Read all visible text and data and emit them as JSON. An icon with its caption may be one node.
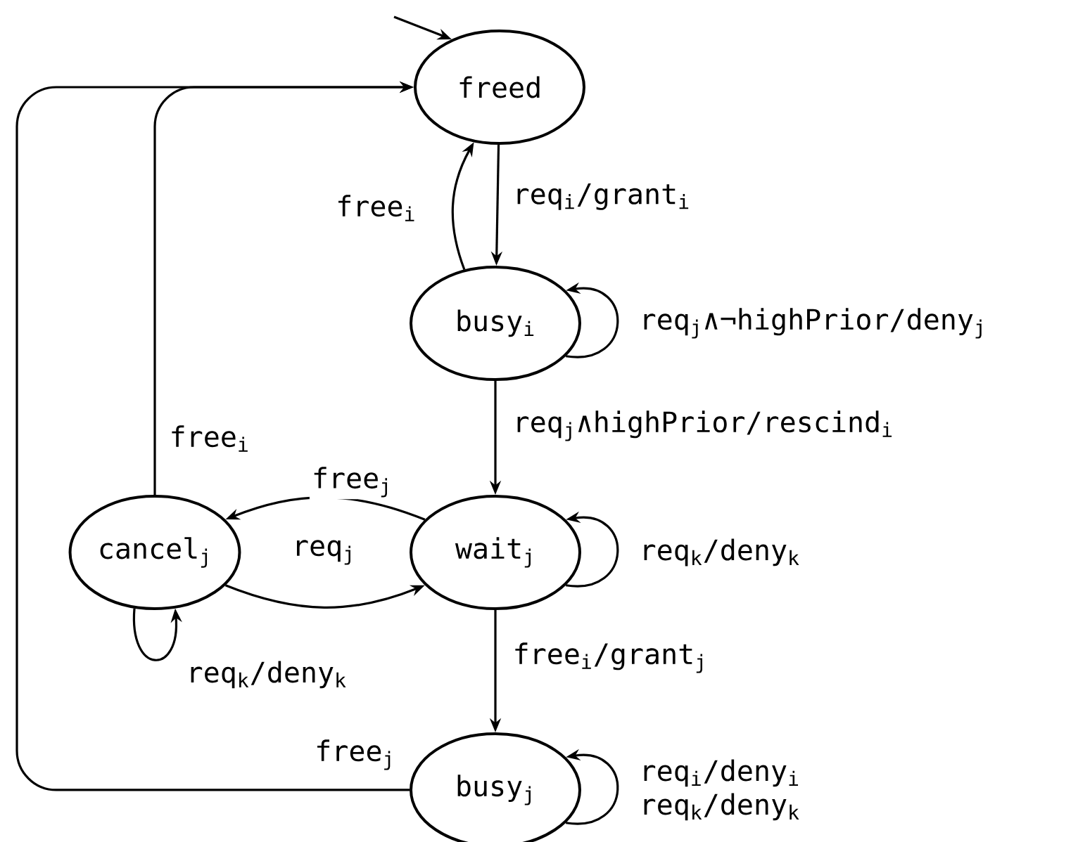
{
  "diagram": {
    "nodes": [
      {
        "text": [
          "freed"
        ]
      },
      {
        "text": [
          "busy$_{i}$"
        ]
      },
      {
        "text": [
          "wait$_{j}$"
        ]
      },
      {
        "text": [
          "cancel$_{j}$"
        ]
      },
      {
        "text": [
          "busy$_{j}$"
        ]
      }
    ],
    "edges": [
      {
        "from": null,
        "to": 0,
        "arrow": "to"
      },
      {
        "from": 0,
        "to": 1,
        "arrow": "to",
        "label": "req$_{i}$/grant$_{i}$"
      },
      {
        "from": 1,
        "to": 0,
        "arrow": "to",
        "label": "free$_{i}$"
      },
      {
        "from": 1,
        "to": 1,
        "arrow": "to",
        "label": "req$_{j}$∧¬highPrior/deny$_{j}$"
      },
      {
        "from": 1,
        "to": 2,
        "arrow": "to",
        "label": "req$_{j}$∧highPrior/rescind$_{i}$"
      },
      {
        "from": 2,
        "to": 3,
        "arrow": "to",
        "label": "free$_{j}$"
      },
      {
        "from": 3,
        "to": 2,
        "arrow": "to",
        "label": "req$_{j}$"
      },
      {
        "from": 2,
        "to": 2,
        "arrow": "to",
        "label": "req$_{k}$/deny$_{k}$"
      },
      {
        "from": 3,
        "to": 3,
        "arrow": "to",
        "label": "req$_{k}$/deny$_{k}$"
      },
      {
        "from": 2,
        "to": 4,
        "arrow": "to",
        "label": "free$_{i}$/grant$_{j}$"
      },
      {
        "from": 4,
        "to": 4,
        "arrow": "to",
        "label": "req$_{i}$/deny$_{i}$ req$_{k}$/deny$_{k}$"
      },
      {
        "from": 4,
        "to": 0,
        "arrow": "to",
        "label": "free$_{j}$"
      },
      {
        "from": 3,
        "to": 0,
        "arrow": "to",
        "label": "free$_{i}$"
      }
    ]
  }
}
